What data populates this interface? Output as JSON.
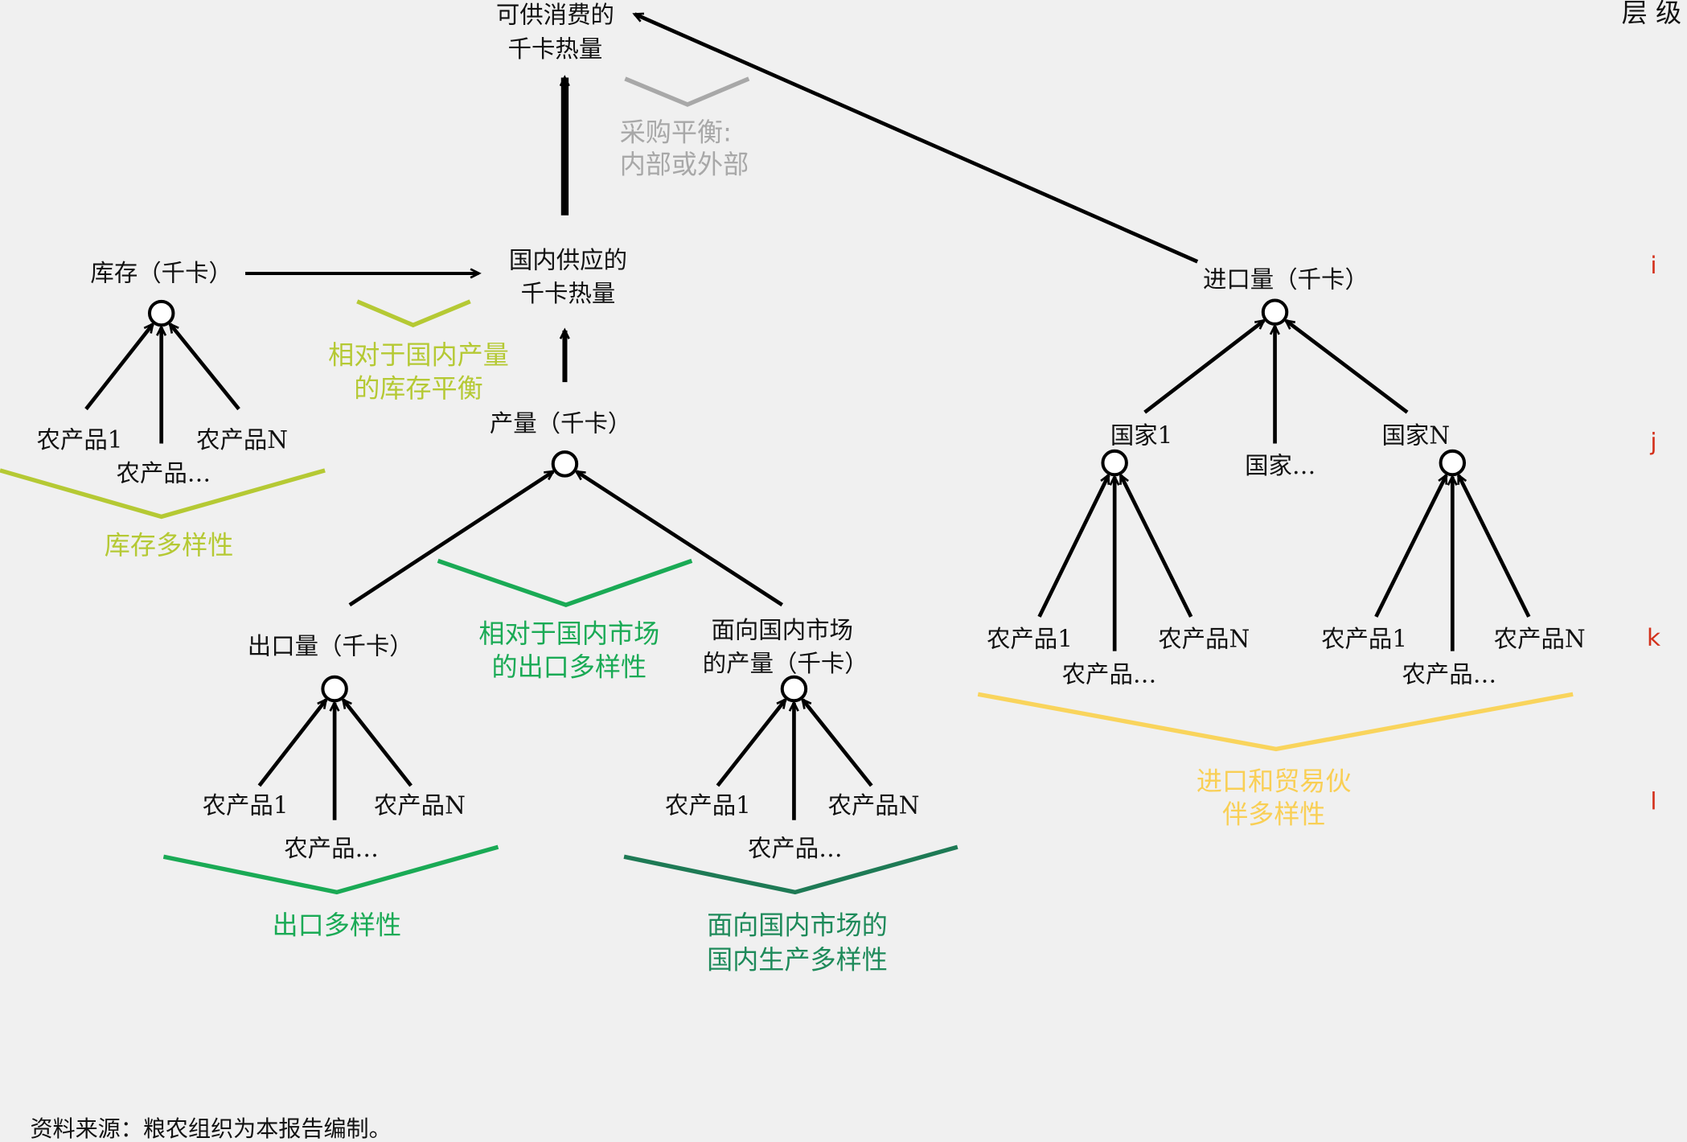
{
  "header": {
    "level_label": "层 级"
  },
  "levels": [
    "i",
    "j",
    "k",
    "l"
  ],
  "nodes": {
    "top": [
      "可供消费的",
      "千卡热量"
    ],
    "domestic_supply": [
      "国内供应的",
      "千卡热量"
    ],
    "stock": "库存（千卡）",
    "production": "产量（千卡）",
    "exports": "出口量（千卡）",
    "domestic_market_production": [
      "面向国内市场",
      "的产量（千卡）"
    ],
    "imports": "进口量（千卡）",
    "country_1": "国家1",
    "country_n": "国家N",
    "country_etc": "国家…",
    "product_1": "农产品1",
    "product_n": "农产品N",
    "product_etc": "农产品…"
  },
  "annotations": {
    "procurement_balance": [
      "采购平衡:",
      "内部或外部"
    ],
    "stock_balance": [
      "相对于国内产量",
      "的库存平衡"
    ],
    "stock_diversity": "库存多样性",
    "export_diversity_relative": [
      "相对于国内市场",
      "的出口多样性"
    ],
    "export_diversity": "出口多样性",
    "domestic_production_diversity": [
      "面向国内市场的",
      "国内生产多样性"
    ],
    "import_diversity": [
      "进口和贸易伙",
      "伴多样性"
    ]
  },
  "source": "资料来源：粮农组织为本报告编制。",
  "colors": {
    "lime": "#b5c934",
    "green": "#1aaa55",
    "dark_green": "#1e7a55",
    "yellow": "#f9d45c",
    "gray": "#a8a8a8",
    "level": "#d3311c"
  }
}
